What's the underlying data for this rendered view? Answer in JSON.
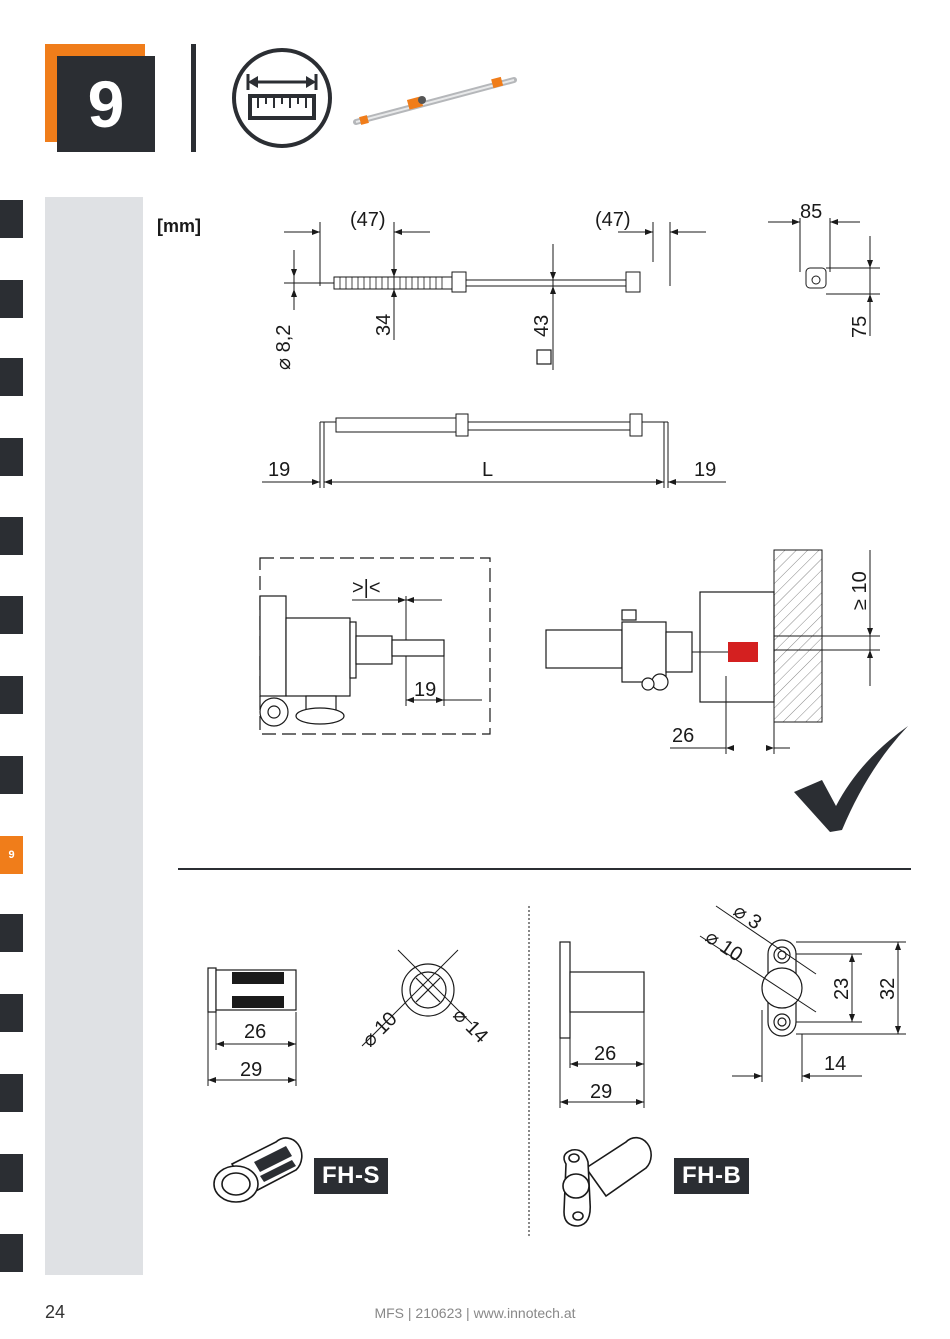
{
  "header": {
    "step_number": "9"
  },
  "side_tabs": {
    "active_label": "9"
  },
  "unit_label": "[mm]",
  "top_view": {
    "dim_left": "(47)",
    "dim_right": "(47)",
    "dia": "⌀ 8,2",
    "dim_34": "34",
    "square_43": "43"
  },
  "end_view": {
    "dim_85": "85",
    "dim_75": "75"
  },
  "length_view": {
    "left": "19",
    "middle": "L",
    "right": "19"
  },
  "detail_left": {
    "gap": ">|<",
    "dim": "19"
  },
  "detail_right": {
    "wall": "≥ 10",
    "dim": "26"
  },
  "fhs": {
    "label": "FH-S",
    "dim_26": "26",
    "dim_29": "29",
    "dia_10": "⌀ 10",
    "dia_14": "⌀ 14"
  },
  "fhb": {
    "label": "FH-B",
    "dim_26": "26",
    "dim_29": "29",
    "dia_3": "⌀ 3",
    "dia_10": "⌀ 10",
    "dim_23": "23",
    "dim_32": "32",
    "dim_14": "14"
  },
  "footer": {
    "page": "24",
    "center": "MFS | 210623 | www.innotech.at"
  },
  "colors": {
    "orange": "#f07d1a",
    "dark": "#2b2e33",
    "gray_bar": "#dfe1e4",
    "accent_red": "#d42020"
  }
}
